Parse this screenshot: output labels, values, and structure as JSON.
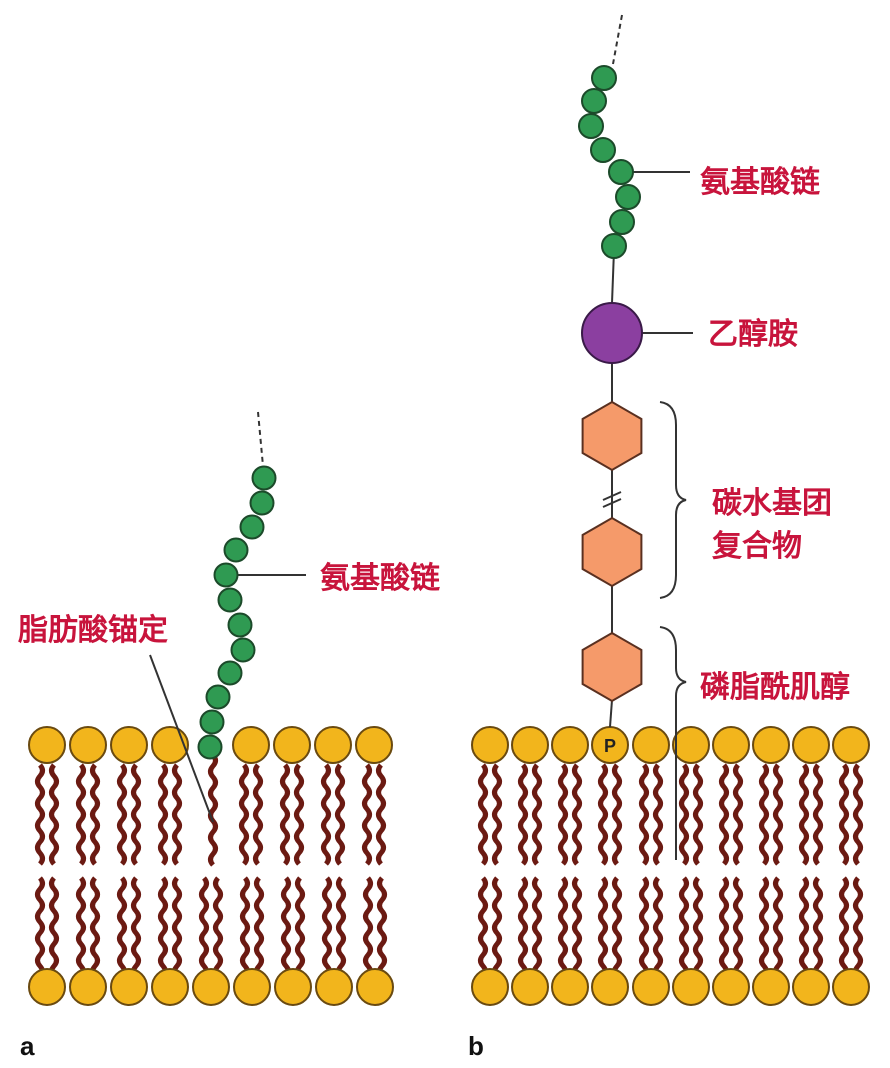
{
  "panel_a": {
    "letter": "a",
    "amino_chain_label": "氨基酸链",
    "anchor_label": "脂肪酸锚定"
  },
  "panel_b": {
    "letter": "b",
    "amino_chain_label": "氨基酸链",
    "ethanolamine_label": "乙醇胺",
    "carbohydrate_label_line1": "碳水基团",
    "carbohydrate_label_line2": "复合物",
    "pi_label": "磷脂酰肌醇",
    "phosphate_symbol": "P"
  },
  "colors": {
    "label": "#c8143c",
    "head": "#f2b51c",
    "tail": "#6b1a12",
    "bead": "#2f9a52",
    "ethanolamine": "#8b3fa0",
    "sugar": "#f59a6a"
  }
}
